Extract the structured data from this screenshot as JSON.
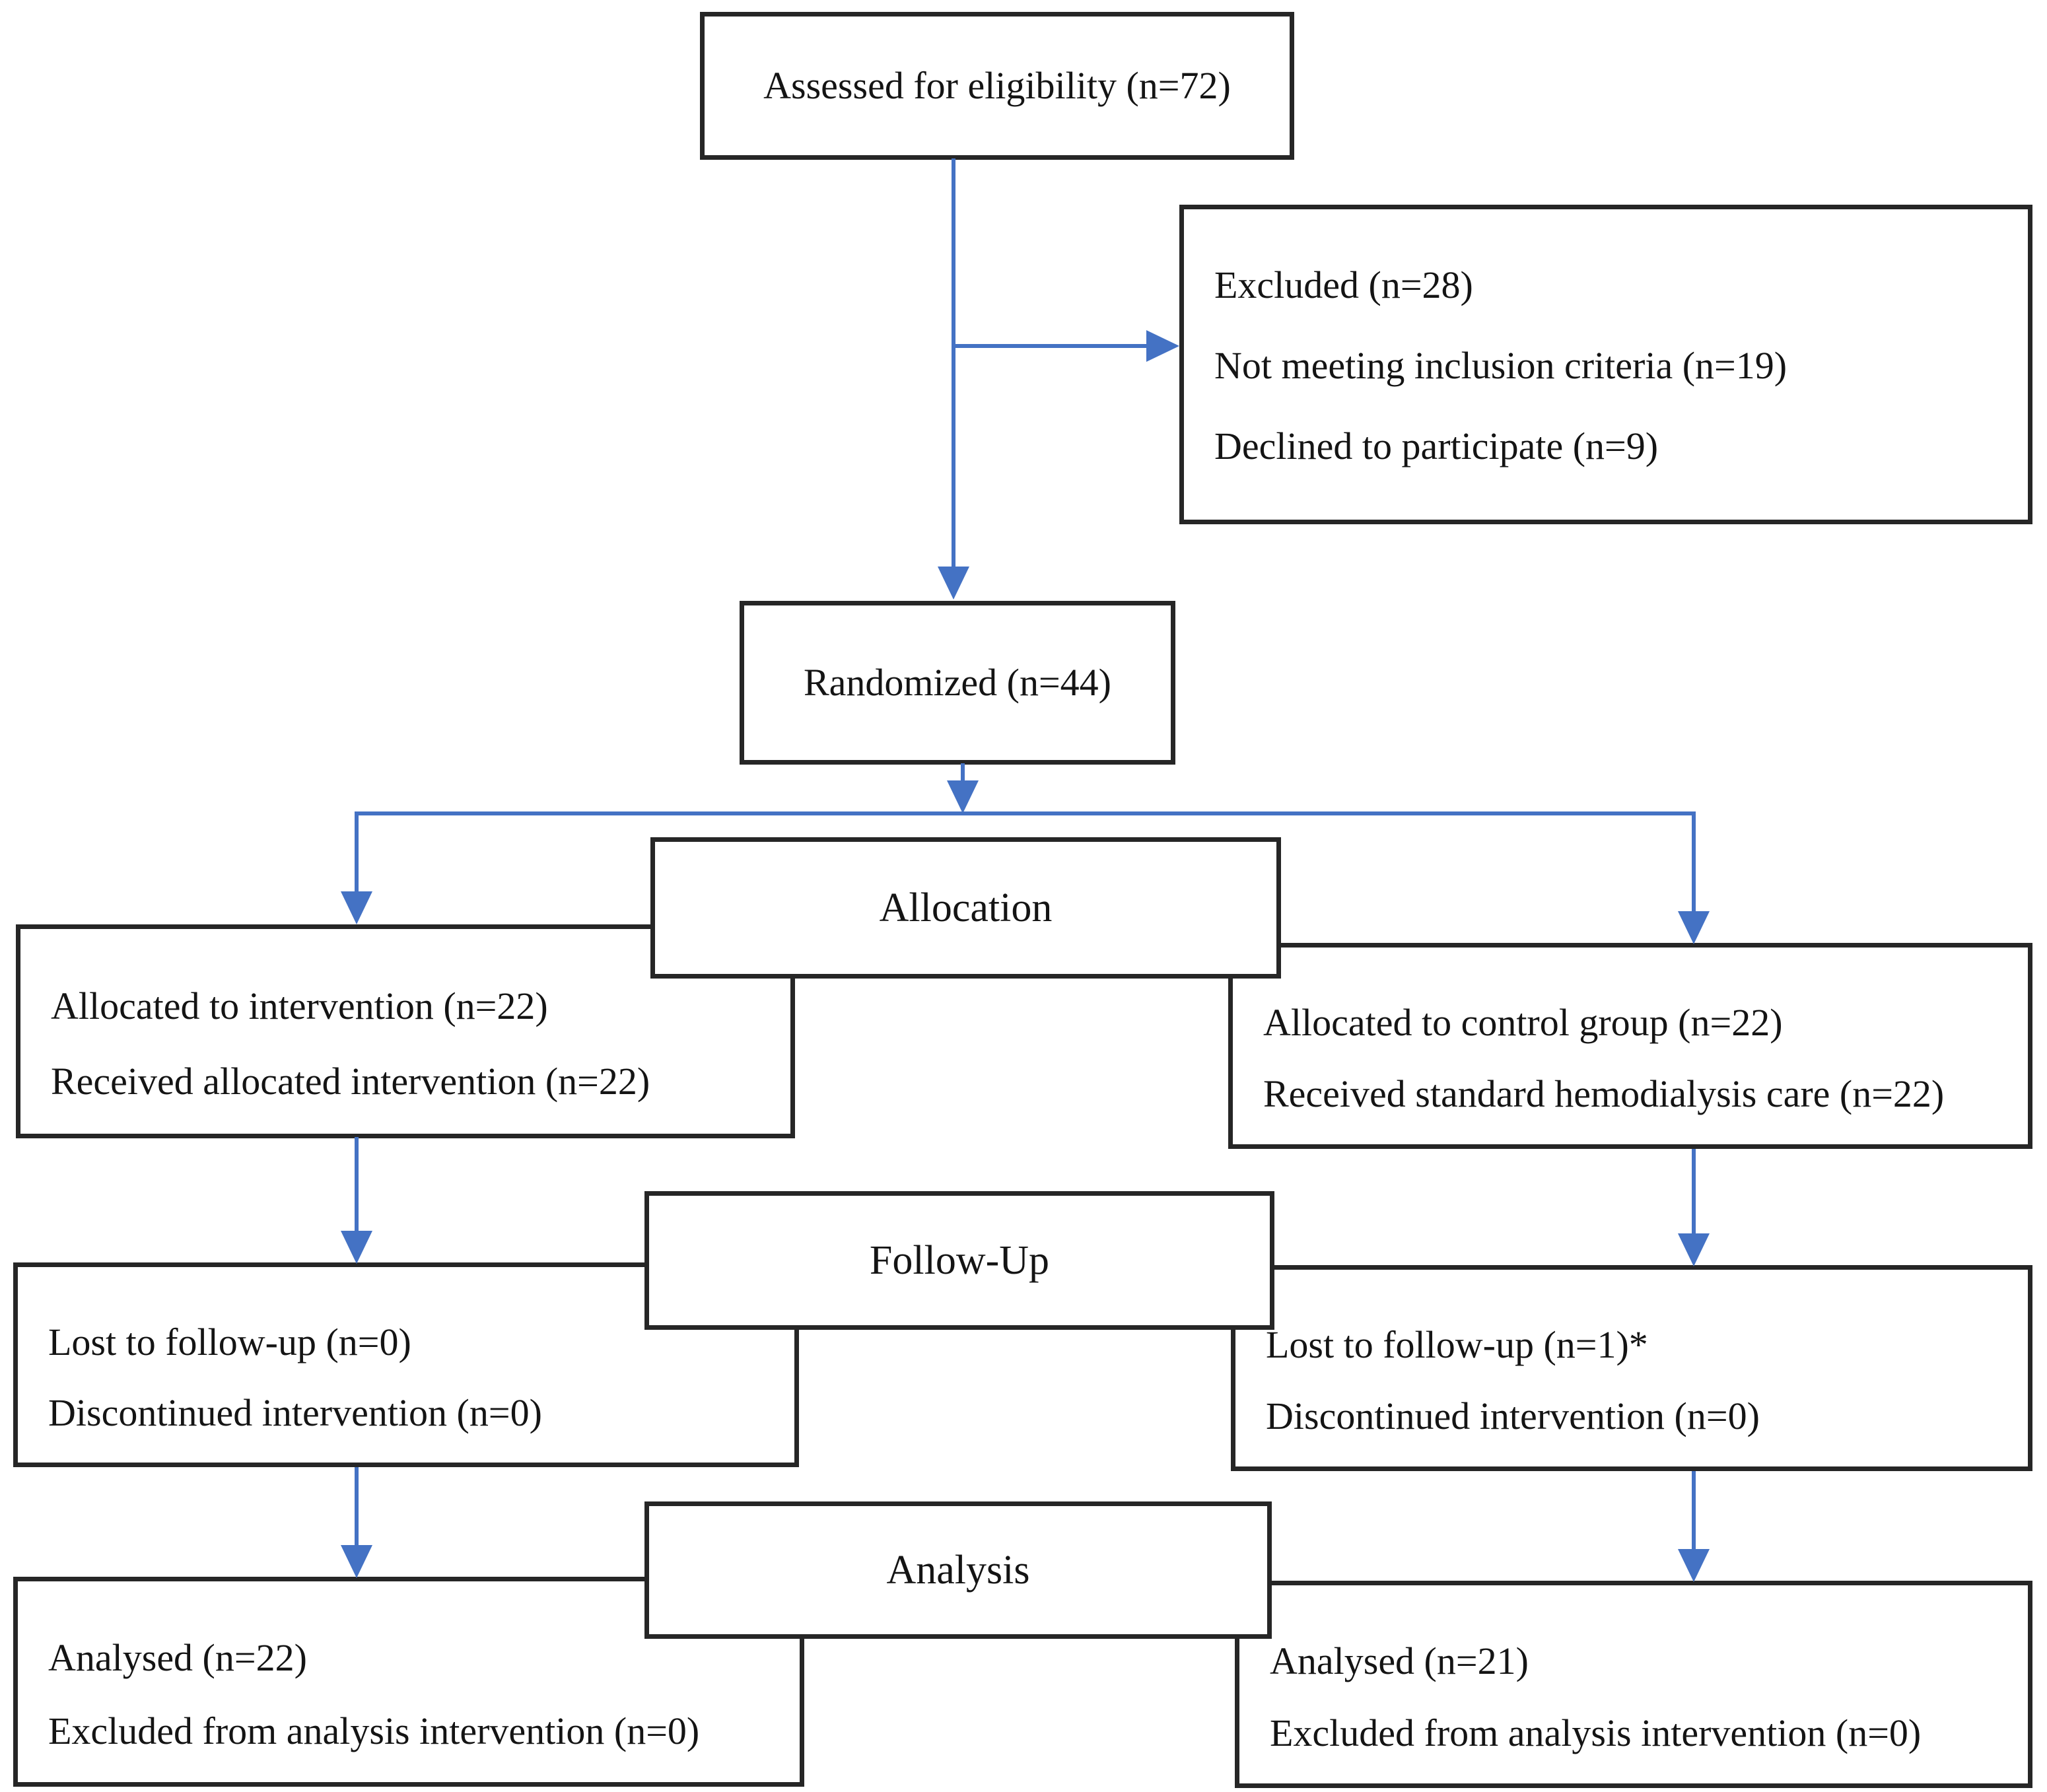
{
  "colors": {
    "arrow": "#4472C4",
    "border": "#262626",
    "text": "#141414",
    "background": "#ffffff"
  },
  "nodes": {
    "assessed": {
      "label": "Assessed for eligibility (n=72)"
    },
    "excluded": {
      "lines": [
        "Excluded (n=28)",
        "Not meeting inclusion criteria (n=19)",
        "Declined to participate (n=9)"
      ]
    },
    "randomized": {
      "label": "Randomized (n=44)"
    },
    "banners": {
      "allocation": "Allocation",
      "followup": "Follow-Up",
      "analysis": "Analysis"
    },
    "allocation_left": {
      "lines": [
        "Allocated to intervention (n=22)",
        "Received allocated intervention (n=22)"
      ]
    },
    "allocation_right": {
      "lines": [
        "Allocated to control group (n=22)",
        "Received standard hemodialysis care (n=22)"
      ]
    },
    "followup_left": {
      "lines": [
        "Lost to follow-up (n=0)",
        "Discontinued intervention (n=0)"
      ]
    },
    "followup_right": {
      "lines": [
        "Lost to follow-up (n=1)*",
        "Discontinued intervention (n=0)"
      ]
    },
    "analysis_left": {
      "lines": [
        "Analysed (n=22)",
        "Excluded from analysis intervention (n=0)"
      ]
    },
    "analysis_right": {
      "lines": [
        "Analysed (n=21)",
        "Excluded from analysis intervention (n=0)"
      ]
    }
  }
}
